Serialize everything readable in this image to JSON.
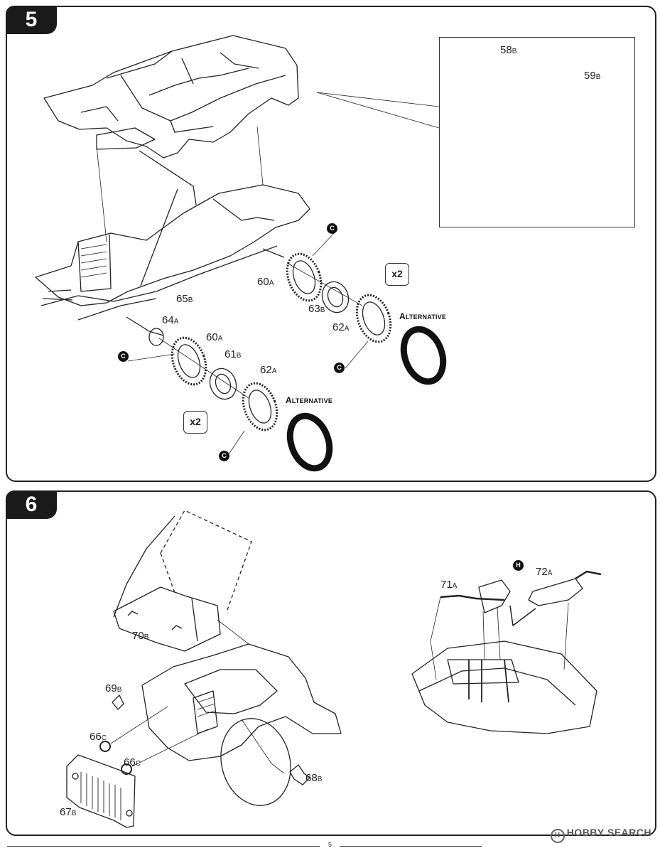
{
  "steps": [
    {
      "number": "5"
    },
    {
      "number": "6"
    }
  ],
  "step5": {
    "labels": {
      "p58": {
        "num": "58",
        "sub": "B"
      },
      "p59": {
        "num": "59",
        "sub": "B"
      },
      "p60a": {
        "num": "60",
        "sub": "A"
      },
      "p63": {
        "num": "63",
        "sub": "B"
      },
      "p62a": {
        "num": "62",
        "sub": "A"
      },
      "p65": {
        "num": "65",
        "sub": "B"
      },
      "p64": {
        "num": "64",
        "sub": "A"
      },
      "p60b": {
        "num": "60",
        "sub": "A"
      },
      "p61": {
        "num": "61",
        "sub": "B"
      },
      "p62b": {
        "num": "62",
        "sub": "A"
      }
    },
    "alternative_1": "Alternative",
    "alternative_2": "Alternative",
    "multiplier_1": "x2",
    "multiplier_2": "x2",
    "badge": "C"
  },
  "step6": {
    "labels": {
      "p70": {
        "num": "70",
        "sub": "B"
      },
      "p69": {
        "num": "69",
        "sub": "B"
      },
      "p66a": {
        "num": "66",
        "sub": "C"
      },
      "p66b": {
        "num": "66",
        "sub": "C"
      },
      "p67": {
        "num": "67",
        "sub": "B"
      },
      "p68": {
        "num": "68",
        "sub": "B"
      },
      "p71": {
        "num": "71",
        "sub": "A"
      },
      "p72": {
        "num": "72",
        "sub": "A"
      }
    },
    "badge": "H"
  },
  "page_number": "5",
  "watermark": "HOBBY SEARCH",
  "watermark_mark": "H"
}
